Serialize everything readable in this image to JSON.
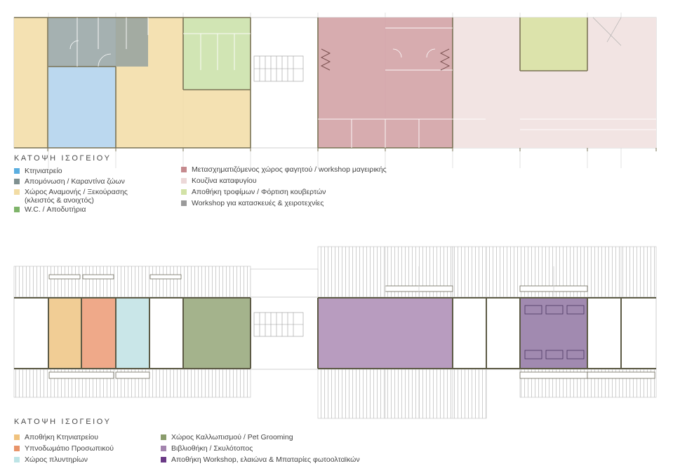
{
  "plan1": {
    "title": "ΚΑΤΟΨΗ ΙΣΟΓΕΙΟΥ",
    "legend_left": [
      {
        "label": "Κτηνιατρείο",
        "color": "#5aaee0"
      },
      {
        "label": "Απομόνωση / Καραντίνα ζώων",
        "color": "#7f9090"
      },
      {
        "label": "Χώρος Αναμονής / Ξεκούρασης",
        "sub": "(κλειστός & ανοιχτός)",
        "color": "#f2dca4"
      },
      {
        "label": "W.C. / Αποδυτήρια",
        "color": "#7fb46a"
      }
    ],
    "legend_right": [
      {
        "label": "Μετασχηματιζόμενος χώρος φαγητού / workshop μαγειρικής",
        "color": "#c58a8e"
      },
      {
        "label": "Κουζίνα καταφυγίου",
        "color": "#ecd8d8"
      },
      {
        "label": "Αποθήκη τροφίμων / Φόρτιση κουβερτών",
        "color": "#d2e2a6"
      },
      {
        "label": "Workshop για κατασκευές & χειροτεχνίες",
        "color": "#9a9a9a"
      }
    ]
  },
  "plan2": {
    "title": "ΚΑΤΟΨΗ ΙΣΟΓΕΙΟΥ",
    "legend_left": [
      {
        "label": "Αποθήκη Κτηνιατρείου",
        "color": "#f0c27e"
      },
      {
        "label": "Υπνοδωμάτιο Προσωπικού",
        "color": "#e8946a"
      },
      {
        "label": "Χώρος πλυντηρίων",
        "color": "#bde4e6"
      }
    ],
    "legend_right": [
      {
        "label": "Χώρος Καλλωπισμού / Pet Grooming",
        "color": "#8a9c6c"
      },
      {
        "label": "Βιβλιοθήκη / Σκυλότοπος",
        "color": "#a384ae"
      },
      {
        "label": "Αποθήκη Workshop, ελαιώνα & Μπαταρίες φωτοολταϊκών",
        "color": "#6a3a86"
      }
    ]
  }
}
